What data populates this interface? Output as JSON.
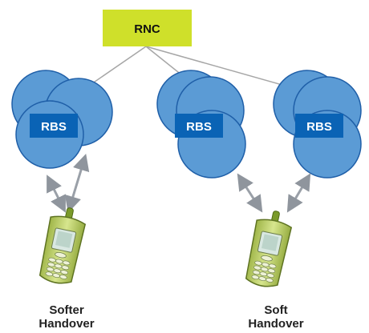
{
  "rnc": {
    "label": "RNC"
  },
  "stations": [
    {
      "label": "RBS"
    },
    {
      "label": "RBS"
    },
    {
      "label": "RBS"
    }
  ],
  "captions": {
    "softer": {
      "line1": "Softer",
      "line2": "Handover"
    },
    "soft": {
      "line1": "Soft",
      "line2": "Handover"
    }
  },
  "colors": {
    "rnc_fill": "#cfe02a",
    "cell_fill": "#5b9bd5",
    "cell_stroke": "#1f5fa8",
    "rbs_fill": "#0a63b5",
    "link": "#a6a6a6",
    "arrow": "#9aa0a8",
    "phone_body": "#c8d97a"
  }
}
